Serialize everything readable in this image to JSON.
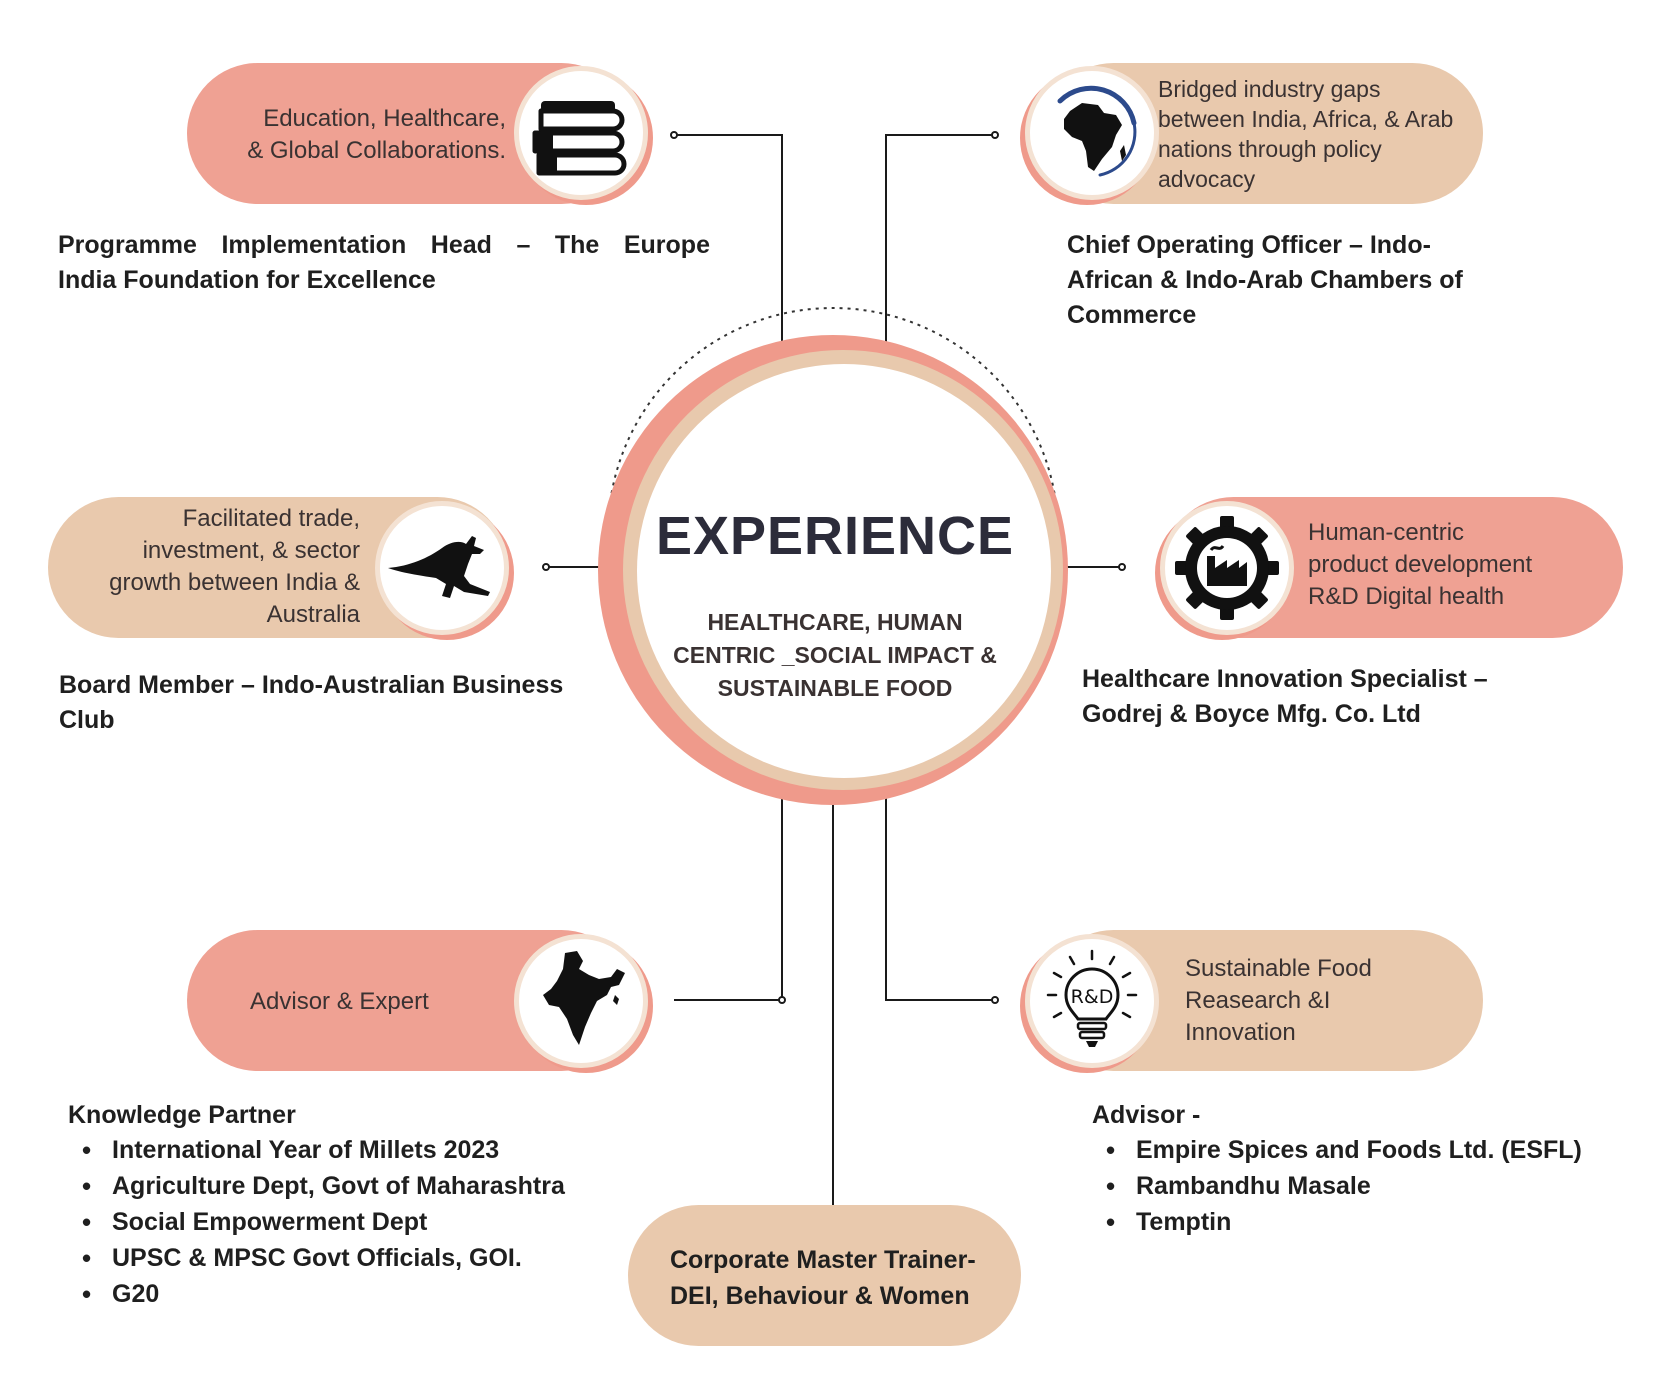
{
  "center": {
    "title": "EXPERIENCE",
    "subtitle_lines": [
      "HEALTHCARE, HUMAN",
      "CENTRIC _SOCIAL IMPACT &",
      "SUSTAINABLE FOOD"
    ]
  },
  "nodes": {
    "europe": {
      "pill_lines": [
        "Education, Healthcare,",
        "& Global Collaborations."
      ],
      "icon": "books-icon",
      "title_lines": [
        "Programme Implementation Head – The Europe",
        "India Foundation for Excellence"
      ]
    },
    "africa": {
      "pill_lines": [
        "Bridged industry gaps",
        "between India, Africa, & Arab",
        "nations through policy",
        "advocacy"
      ],
      "icon": "africa-map-icon",
      "title_lines": [
        "Chief Operating Officer – Indo-",
        "African & Indo-Arab Chambers of",
        "Commerce"
      ]
    },
    "australia": {
      "pill_lines": [
        "Facilitated trade,",
        "investment, & sector",
        "growth between India &",
        "Australia"
      ],
      "icon": "kangaroo-icon",
      "title_lines": [
        "Board Member – Indo-Australian Business",
        " Club"
      ]
    },
    "godrej": {
      "pill_lines": [
        "Human-centric",
        "product development",
        "R&D Digital health"
      ],
      "icon": "factory-gear-icon",
      "title_lines": [
        "Healthcare Innovation Specialist –",
        "Godrej & Boyce Mfg. Co. Ltd"
      ]
    },
    "india": {
      "pill_lines": [
        "Advisor & Expert"
      ],
      "icon": "india-map-icon",
      "title": "Knowledge Partner",
      "bullets": [
        "International Year of Millets 2023",
        "Agriculture Dept, Govt of Maharashtra",
        "Social Empowerment Dept",
        "UPSC & MPSC Govt Officials, GOI.",
        "G20"
      ]
    },
    "food": {
      "pill_lines": [
        "Sustainable Food",
        "Reasearch &I",
        "Innovation"
      ],
      "icon": "rd-bulb-icon",
      "icon_text": "R&D",
      "title": "Advisor -",
      "bullets": [
        "Empire Spices and Foods Ltd. (ESFL)",
        "Rambandhu Masale",
        "Temptin"
      ]
    },
    "trainer": {
      "lines": [
        "Corporate Master Trainer-",
        "DEI, Behaviour & Women"
      ]
    }
  },
  "colors": {
    "salmon": "#efa193",
    "beige": "#e9c9ad",
    "ring_salmon": "#ef9a8b",
    "line": "#1a1a1a",
    "title_text": "#2c2c3a"
  }
}
